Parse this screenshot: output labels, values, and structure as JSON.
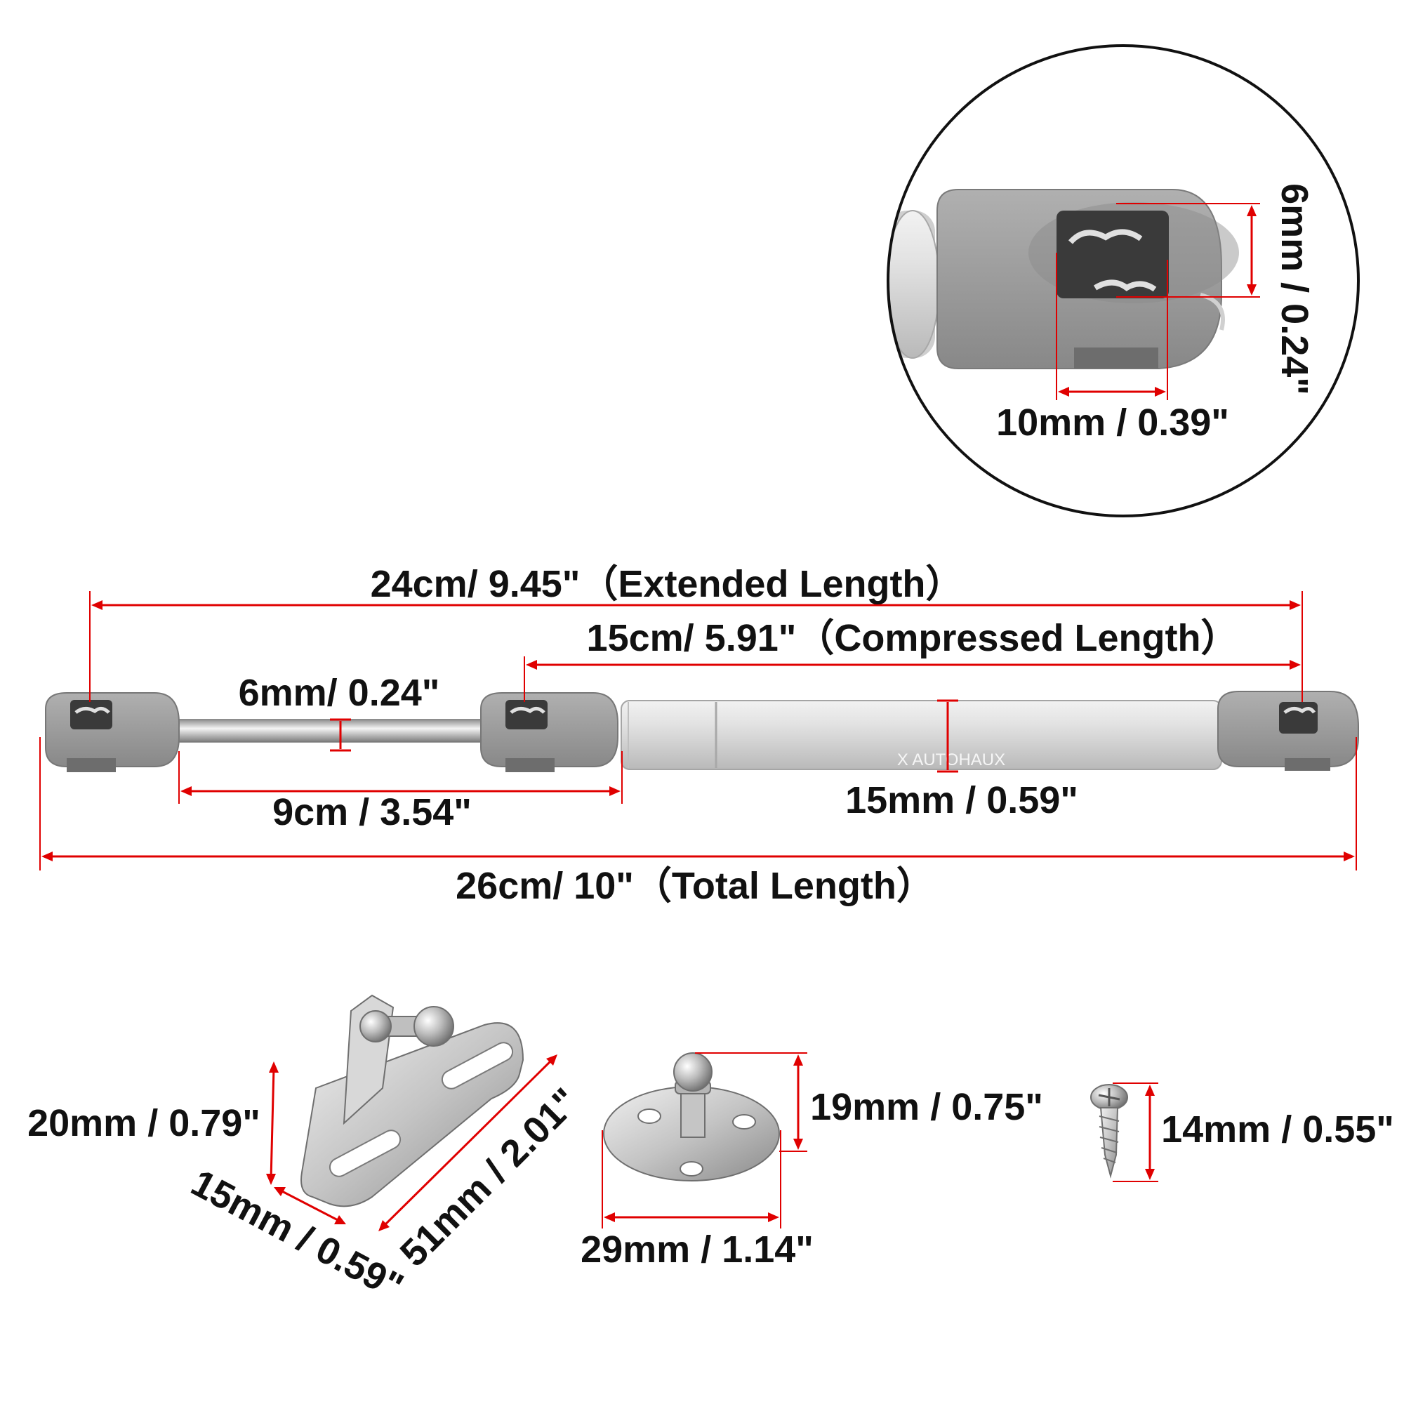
{
  "brand": "X AUTOHAUX",
  "colors": {
    "dimension_lines": "#e00000",
    "text": "#111111",
    "end_fitting": "#9a9a9a",
    "cylinder": "#d9d9d9",
    "rod": "#c8c8c8"
  },
  "detail": {
    "socket_height": "6mm / 0.24\"",
    "socket_width": "10mm / 0.39\""
  },
  "strut": {
    "extended_length": "24cm/ 9.45\"（Extended Length）",
    "compressed_length": "15cm/ 5.91\"（Compressed Length）",
    "rod_diameter": "6mm/ 0.24\"",
    "stroke": "9cm / 3.54\"",
    "cylinder_diameter": "15mm / 0.59\"",
    "total_length": "26cm/ 10\"（Total Length）"
  },
  "bracket": {
    "height": "20mm / 0.79\"",
    "width": "15mm / 0.59\"",
    "length": "51mm / 2.01\""
  },
  "ball_stud_mount": {
    "height": "19mm / 0.75\"",
    "diameter": "29mm / 1.14\""
  },
  "screw": {
    "length": "14mm / 0.55\""
  }
}
